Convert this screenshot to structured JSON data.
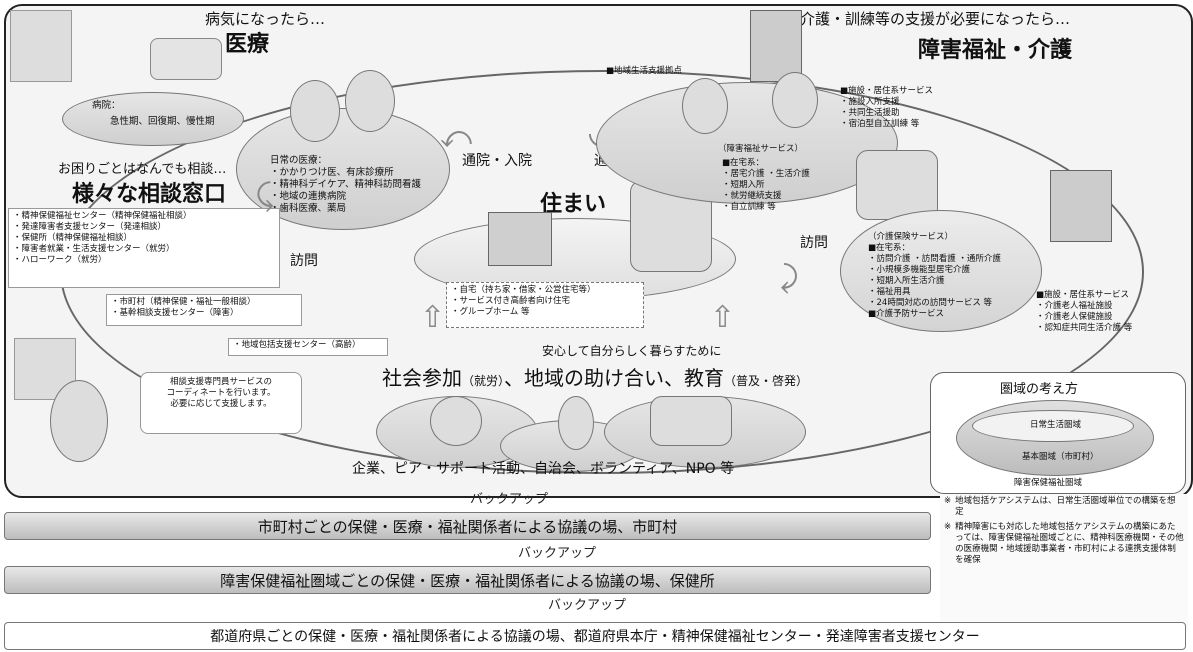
{
  "medical": {
    "lead": "病気になったら…",
    "title": "医療"
  },
  "care": {
    "lead": "介護・訓練等の支援が必要になったら…",
    "title": "障害福祉・介護"
  },
  "consult": {
    "lead": "お困りごとはなんでも相談…",
    "title": "様々な相談窓口",
    "items": [
      "・精神保健福祉センター（精神保健福祉相談）",
      "・発達障害者支援センター（発達相談）",
      "・保健所（精神保健福祉相談）",
      "・障害者就業・生活支援センター（就労）",
      "・ハローワーク（就労）"
    ],
    "items2": [
      "・市町村（精神保健・福祉一般相談）",
      "・基幹相談支援センター（障害）"
    ],
    "item3": "・地域包括支援センター（高齢）"
  },
  "coordinator": [
    "相談支援専門員サービスの",
    "コーディネートを行います。",
    "必要に応じて支援します。"
  ],
  "hospital": {
    "label": "病院：",
    "items": "急性期、回復期、慢性期"
  },
  "daily_medical": {
    "label": "日常の医療：",
    "items": [
      "・かかりつけ医、有床診療所",
      "・精神科デイケア、精神科訪問看護",
      "・地域の連携病院",
      "・歯科医療、薬局"
    ]
  },
  "labels": {
    "visit_hospital": "通院・入院",
    "visit_facility": "通所・入所",
    "visit1": "訪問",
    "visit2": "訪問"
  },
  "home": {
    "title": "住まい",
    "items": [
      "・自宅（持ち家・借家・公営住宅等）",
      "・サービス付き高齢者向け住宅",
      "・グループホーム 等"
    ]
  },
  "community_base": "■地域生活支援拠点",
  "facility1": {
    "title": "■施設・居住系サービス",
    "items": [
      "・施設入所支援",
      "・共同生活援助",
      "・宿泊型自立訓練 等"
    ]
  },
  "welfare": {
    "title": "（障害福祉サービス）",
    "home_title": "■在宅系：",
    "items": [
      "・居宅介護 ・生活介護",
      "・短期入所",
      "・就労継続支援",
      "・自立訓練 等"
    ]
  },
  "kaigo": {
    "title": "（介護保険サービス）",
    "home_title": "■在宅系：",
    "items": [
      "・訪問介護 ・訪問看護 ・通所介護",
      "・小規模多機能型居宅介護",
      "・短期入所生活介護",
      "・福祉用具",
      "・24時間対応の訪問サービス 等"
    ],
    "prevent": "■介護予防サービス"
  },
  "facility2": {
    "title": "■施設・居住系サービス",
    "items": [
      "・介護老人福祉施設",
      "・介護老人保健施設",
      "・認知症共同生活介護 等"
    ]
  },
  "tagline": "安心して自分らしく暮らすために",
  "social": {
    "title": "社会参加",
    "t1": "（就労）",
    "sep": "、地域の助け合い、",
    "t2": "教育",
    "t3": "（普及・啓発）"
  },
  "community_list": "企業、ピア・サポート活動、自治会、ボランティア、NPO 等",
  "area": {
    "title": "圏域の考え方",
    "inner": "日常生活圏域",
    "middle": "基本圏域（市町村）",
    "outer": "障害保健福祉圏域",
    "note1_mark": "※",
    "note1": "地域包括ケアシステムは、日常生活圏域単位での構築を想定",
    "note2_mark": "※",
    "note2": "精神障害にも対応した地域包括ケアシステムの構築にあたっては、障害保健福祉圏域ごとに、精神科医療機関・その他の医療機関・地域援助事業者・市町村による連携支援体制を確保"
  },
  "bands": {
    "backup1": "バックアップ",
    "city": "市町村ごとの保健・医療・福祉関係者による協議の場、市町村",
    "backup2": "バックアップ",
    "health": "障害保健福祉圏域ごとの保健・医療・福祉関係者による協議の場、保健所",
    "backup3": "バックアップ",
    "pref": "都道府県ごとの保健・医療・福祉関係者による協議の場、都道府県本庁・精神保健福祉センター・発達障害者支援センター"
  }
}
